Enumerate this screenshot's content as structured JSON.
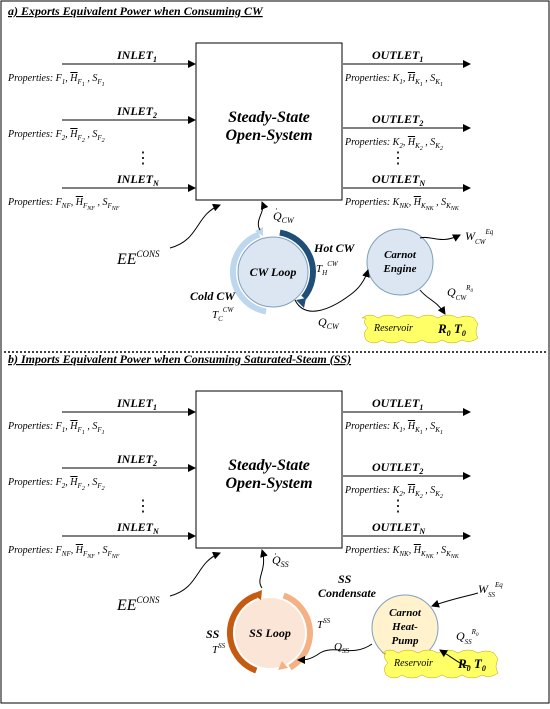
{
  "sections": [
    {
      "title": "a) Exports Equivalent Power when Consuming CW",
      "system_label_1": "Steady-State",
      "system_label_2": "Open-System",
      "inlets": [
        {
          "base": "INLET",
          "sub": "1",
          "props": "Properties: F",
          "fsub": "1",
          "hbar": "H",
          "hsub": "F",
          "hsub2": "1",
          "s": "S",
          "ssub": "F",
          "ssub2": "1"
        },
        {
          "base": "INLET",
          "sub": "2",
          "props": "Properties: F",
          "fsub": "2",
          "hbar": "H",
          "hsub": "F",
          "hsub2": "2",
          "s": "S",
          "ssub": "F",
          "ssub2": "2"
        },
        {
          "base": "INLET",
          "sub": "N",
          "props": "Properties:  F",
          "fsub": "NF",
          "hbar": "H",
          "hsub": "F",
          "hsub2": "NF",
          "s": "S",
          "ssub": "F",
          "ssub2": "NF"
        }
      ],
      "outlets": [
        {
          "base": "OUTLET",
          "sub": "1",
          "props": "Properties: K",
          "fsub": "1",
          "hbar": "H",
          "hsub": "K",
          "hsub2": "1",
          "s": "S",
          "ssub": "K",
          "ssub2": "1"
        },
        {
          "base": "OUTLET",
          "sub": "2",
          "props": "Properties: K",
          "fsub": "2",
          "hbar": "H",
          "hsub": "K",
          "hsub2": "2",
          "s": "S",
          "ssub": "K",
          "ssub2": "2"
        },
        {
          "base": "OUTLET",
          "sub": "N",
          "props": "Properties: K",
          "fsub": "NK",
          "hbar": "H",
          "hsub": "K",
          "hsub2": "NK",
          "s": "S",
          "ssub": "K",
          "ssub2": "NK"
        }
      ],
      "vdots": "⋮",
      "ee": "EE",
      "ee_sup": "CONS",
      "q_top": "Q",
      "q_top_sub": "CW",
      "q_bottom": "Q",
      "q_bottom_sub": "CW",
      "loop_label": "CW Loop",
      "hot_label": "Hot CW",
      "hot_temp": "T",
      "hot_temp_sub": "H",
      "hot_temp_sup": "CW",
      "cold_label": "Cold CW",
      "cold_temp": "T",
      "cold_temp_sub": "C",
      "cold_temp_sup": "CW",
      "engine_line1": "Carnot",
      "engine_line2": "Engine",
      "engine_line3": "",
      "w_label": "W",
      "w_sub": "CW",
      "w_sup": "Eq",
      "qr_label": "Q",
      "qr_sub": "CW",
      "qr_sup": "R",
      "qr_sup2": "0",
      "reservoir_label": "Reservoir",
      "reservoir_R": "R",
      "reservoir_R_sub": "0",
      "reservoir_T": "T",
      "reservoir_T_sub": "0"
    },
    {
      "title": "b) Imports Equivalent Power when Consuming Saturated-Steam (SS)",
      "system_label_1": "Steady-State",
      "system_label_2": "Open-System",
      "inlets": [
        {
          "base": "INLET",
          "sub": "1",
          "props": "Properties: F",
          "fsub": "1",
          "hbar": "H",
          "hsub": "F",
          "hsub2": "1",
          "s": "S",
          "ssub": "F",
          "ssub2": "1"
        },
        {
          "base": "INLET",
          "sub": "2",
          "props": "Properties: F",
          "fsub": "2",
          "hbar": "H",
          "hsub": "F",
          "hsub2": "2",
          "s": "S",
          "ssub": "F",
          "ssub2": "2"
        },
        {
          "base": "INLET",
          "sub": "N",
          "props": "Properties:  F",
          "fsub": "NF",
          "hbar": "H",
          "hsub": "F",
          "hsub2": "NF",
          "s": "S",
          "ssub": "F",
          "ssub2": "NF"
        }
      ],
      "outlets": [
        {
          "base": "OUTLET",
          "sub": "1",
          "props": "Properties: K",
          "fsub": "1",
          "hbar": "H",
          "hsub": "K",
          "hsub2": "1",
          "s": "S",
          "ssub": "K",
          "ssub2": "1"
        },
        {
          "base": "OUTLET",
          "sub": "2",
          "props": "Properties: K",
          "fsub": "2",
          "hbar": "H",
          "hsub": "K",
          "hsub2": "2",
          "s": "S",
          "ssub": "K",
          "ssub2": "2"
        },
        {
          "base": "OUTLET",
          "sub": "N",
          "props": "Properties: K",
          "fsub": "NK",
          "hbar": "H",
          "hsub": "K",
          "hsub2": "NK",
          "s": "S",
          "ssub": "K",
          "ssub2": "NK"
        }
      ],
      "vdots": "⋮",
      "ee": "EE",
      "ee_sup": "CONS",
      "q_top": "Q",
      "q_top_sub": "SS",
      "q_bottom": "Q",
      "q_bottom_sub": "SS",
      "loop_label": "SS Loop",
      "hot_label": "SS",
      "hot_label2": "Condensate",
      "hot_temp": "T",
      "hot_temp_sub": "",
      "hot_temp_sup": "SS",
      "cold_label": "SS",
      "cold_temp": "T",
      "cold_temp_sub": "",
      "cold_temp_sup": "SS",
      "engine_line1": "Carnot",
      "engine_line2": "Heat-",
      "engine_line3": "Pump",
      "w_label": "W",
      "w_sub": "SS",
      "w_sup": "Eq",
      "qr_label": "Q",
      "qr_sub": "SS",
      "qr_sup": "R",
      "qr_sup2": "0",
      "reservoir_label": "Reservoir",
      "reservoir_R": "R",
      "reservoir_R_sub": "0",
      "reservoir_T": "T",
      "reservoir_T_sub": "0"
    }
  ],
  "colors": {
    "cw_loop_fill": "#dce6f2",
    "cw_hot_arrow": "#1f4e79",
    "cw_cold_arrow": "#bdd7ee",
    "ss_loop_fill": "#fbe5d6",
    "ss_arrow_dark": "#c55a11",
    "ss_arrow_light": "#f4b183",
    "engine_fill": "#dce6f2",
    "heatpump_fill": "#fff2cc",
    "reservoir_fill": "#ffff66",
    "divider": "#000000"
  }
}
